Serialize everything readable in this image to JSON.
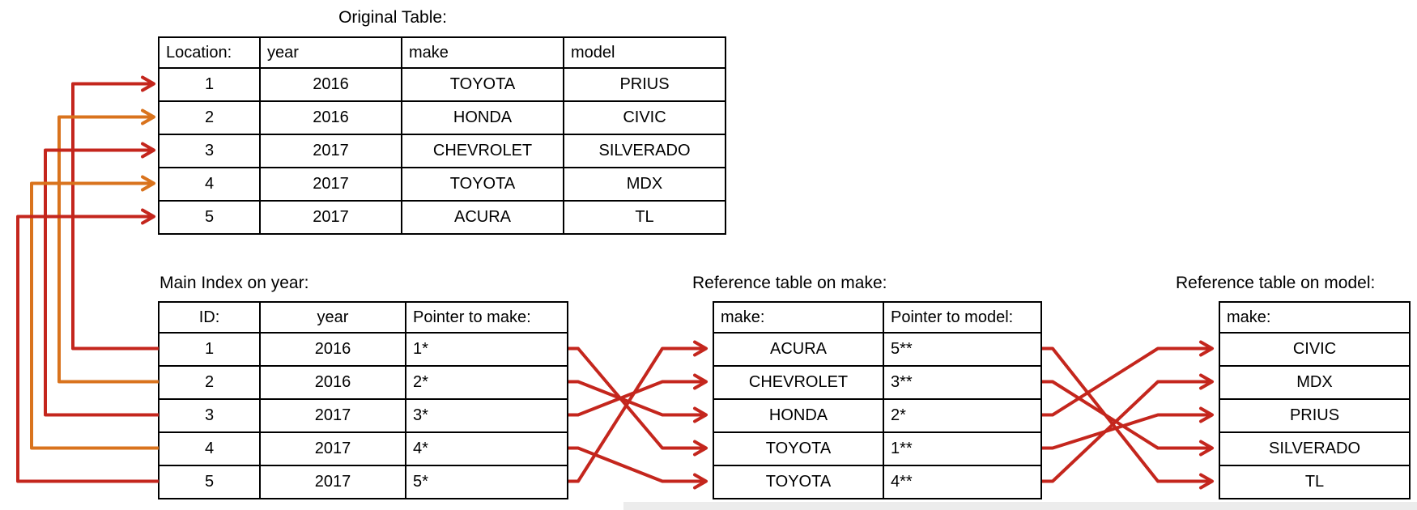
{
  "colors": {
    "red": "#c4261d",
    "orange": "#d9731d",
    "border": "#000000"
  },
  "original_table": {
    "title": "Original Table:",
    "headers": [
      "Location:",
      "year",
      "make",
      "model"
    ],
    "rows": [
      [
        "1",
        "2016",
        "TOYOTA",
        "PRIUS"
      ],
      [
        "2",
        "2016",
        "HONDA",
        "CIVIC"
      ],
      [
        "3",
        "2017",
        "CHEVROLET",
        "SILVERADO"
      ],
      [
        "4",
        "2017",
        "TOYOTA",
        "MDX"
      ],
      [
        "5",
        "2017",
        "ACURA",
        "TL"
      ]
    ]
  },
  "main_index": {
    "title": "Main Index on year:",
    "headers": [
      "ID:",
      "year",
      "Pointer to make:"
    ],
    "rows": [
      [
        "1",
        "2016",
        "1*"
      ],
      [
        "2",
        "2016",
        "2*"
      ],
      [
        "3",
        "2017",
        "3*"
      ],
      [
        "4",
        "2017",
        "4*"
      ],
      [
        "5",
        "2017",
        "5*"
      ]
    ]
  },
  "ref_make": {
    "title": "Reference table on make:",
    "headers": [
      "make:",
      "Pointer to model:"
    ],
    "rows": [
      [
        "ACURA",
        "5**"
      ],
      [
        "CHEVROLET",
        "3**"
      ],
      [
        "HONDA",
        "2*"
      ],
      [
        "TOYOTA",
        "1**"
      ],
      [
        "TOYOTA",
        "4**"
      ]
    ]
  },
  "ref_model": {
    "title": "Reference table on model:",
    "headers": [
      "make:"
    ],
    "rows": [
      [
        "CIVIC"
      ],
      [
        "MDX"
      ],
      [
        "PRIUS"
      ],
      [
        "SILVERADO"
      ],
      [
        "TL"
      ]
    ]
  },
  "arrows": {
    "main_to_original": [
      {
        "from": 1,
        "to": 1,
        "color": "red"
      },
      {
        "from": 2,
        "to": 2,
        "color": "orange"
      },
      {
        "from": 3,
        "to": 3,
        "color": "red"
      },
      {
        "from": 4,
        "to": 4,
        "color": "orange"
      },
      {
        "from": 5,
        "to": 5,
        "color": "red"
      }
    ],
    "index_to_make": [
      {
        "from": 1,
        "to": 4
      },
      {
        "from": 2,
        "to": 3
      },
      {
        "from": 3,
        "to": 2
      },
      {
        "from": 4,
        "to": 5
      },
      {
        "from": 5,
        "to": 1
      }
    ],
    "make_to_model": [
      {
        "from": 1,
        "to": 5
      },
      {
        "from": 2,
        "to": 4
      },
      {
        "from": 3,
        "to": 1
      },
      {
        "from": 4,
        "to": 3
      },
      {
        "from": 5,
        "to": 2
      }
    ]
  }
}
